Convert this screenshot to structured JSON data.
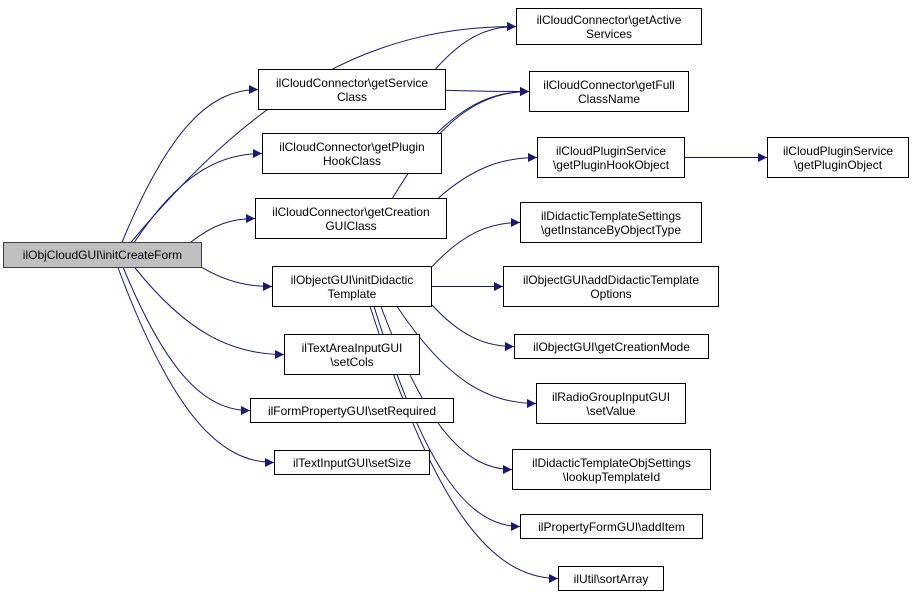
{
  "colors": {
    "edge": "#191970",
    "root_fill": "#bfbfbf",
    "node_border": "#000000"
  },
  "nodes": [
    {
      "id": "root",
      "lines": [
        "ilObjCloudGUI\\initCreateForm"
      ],
      "root": true
    },
    {
      "id": "getActiveServices",
      "lines": [
        "ilCloudConnector\\getActive",
        "Services"
      ]
    },
    {
      "id": "getServiceClass",
      "lines": [
        "ilCloudConnector\\getService",
        "Class"
      ]
    },
    {
      "id": "getFullClassName",
      "lines": [
        "ilCloudConnector\\getFull",
        "ClassName"
      ]
    },
    {
      "id": "getPluginHookClass",
      "lines": [
        "ilCloudConnector\\getPlugin",
        "HookClass"
      ]
    },
    {
      "id": "getPluginHookObject",
      "lines": [
        "ilCloudPluginService",
        "\\getPluginHookObject"
      ]
    },
    {
      "id": "getPluginObject",
      "lines": [
        "ilCloudPluginService",
        "\\getPluginObject"
      ]
    },
    {
      "id": "getCreationGUIClass",
      "lines": [
        "ilCloudConnector\\getCreation",
        "GUIClass"
      ]
    },
    {
      "id": "getInstanceByObjectType",
      "lines": [
        "ilDidacticTemplateSettings",
        "\\getInstanceByObjectType"
      ]
    },
    {
      "id": "initDidacticTemplate",
      "lines": [
        "ilObjectGUI\\initDidactic",
        "Template"
      ]
    },
    {
      "id": "addDidacticTemplateOptions",
      "lines": [
        "ilObjectGUI\\addDidacticTemplate",
        "Options"
      ]
    },
    {
      "id": "getCreationMode",
      "lines": [
        "ilObjectGUI\\getCreationMode"
      ]
    },
    {
      "id": "setCols",
      "lines": [
        "ilTextAreaInputGUI",
        "\\setCols"
      ]
    },
    {
      "id": "setValue",
      "lines": [
        "ilRadioGroupInputGUI",
        "\\setValue"
      ]
    },
    {
      "id": "setRequired",
      "lines": [
        "ilFormPropertyGUI\\setRequired"
      ]
    },
    {
      "id": "setSize",
      "lines": [
        "ilTextInputGUI\\setSize"
      ]
    },
    {
      "id": "lookupTemplateId",
      "lines": [
        "ilDidacticTemplateObjSettings",
        "\\lookupTemplateId"
      ]
    },
    {
      "id": "addItem",
      "lines": [
        "ilPropertyFormGUI\\addItem"
      ]
    },
    {
      "id": "sortArray",
      "lines": [
        "ilUtil\\sortArray"
      ]
    }
  ],
  "edges": [
    [
      "root",
      "getActiveServices"
    ],
    [
      "root",
      "getServiceClass"
    ],
    [
      "root",
      "getPluginHookClass"
    ],
    [
      "root",
      "getCreationGUIClass"
    ],
    [
      "root",
      "initDidacticTemplate"
    ],
    [
      "root",
      "setCols"
    ],
    [
      "root",
      "setRequired"
    ],
    [
      "root",
      "setSize"
    ],
    [
      "getServiceClass",
      "getActiveServices"
    ],
    [
      "getServiceClass",
      "getFullClassName"
    ],
    [
      "getPluginHookClass",
      "getFullClassName"
    ],
    [
      "getCreationGUIClass",
      "getFullClassName"
    ],
    [
      "getCreationGUIClass",
      "getPluginHookObject"
    ],
    [
      "getPluginHookObject",
      "getPluginObject"
    ],
    [
      "initDidacticTemplate",
      "getInstanceByObjectType"
    ],
    [
      "initDidacticTemplate",
      "addDidacticTemplateOptions"
    ],
    [
      "initDidacticTemplate",
      "getCreationMode"
    ],
    [
      "initDidacticTemplate",
      "setValue"
    ],
    [
      "initDidacticTemplate",
      "lookupTemplateId"
    ],
    [
      "initDidacticTemplate",
      "addItem"
    ],
    [
      "initDidacticTemplate",
      "sortArray"
    ]
  ]
}
